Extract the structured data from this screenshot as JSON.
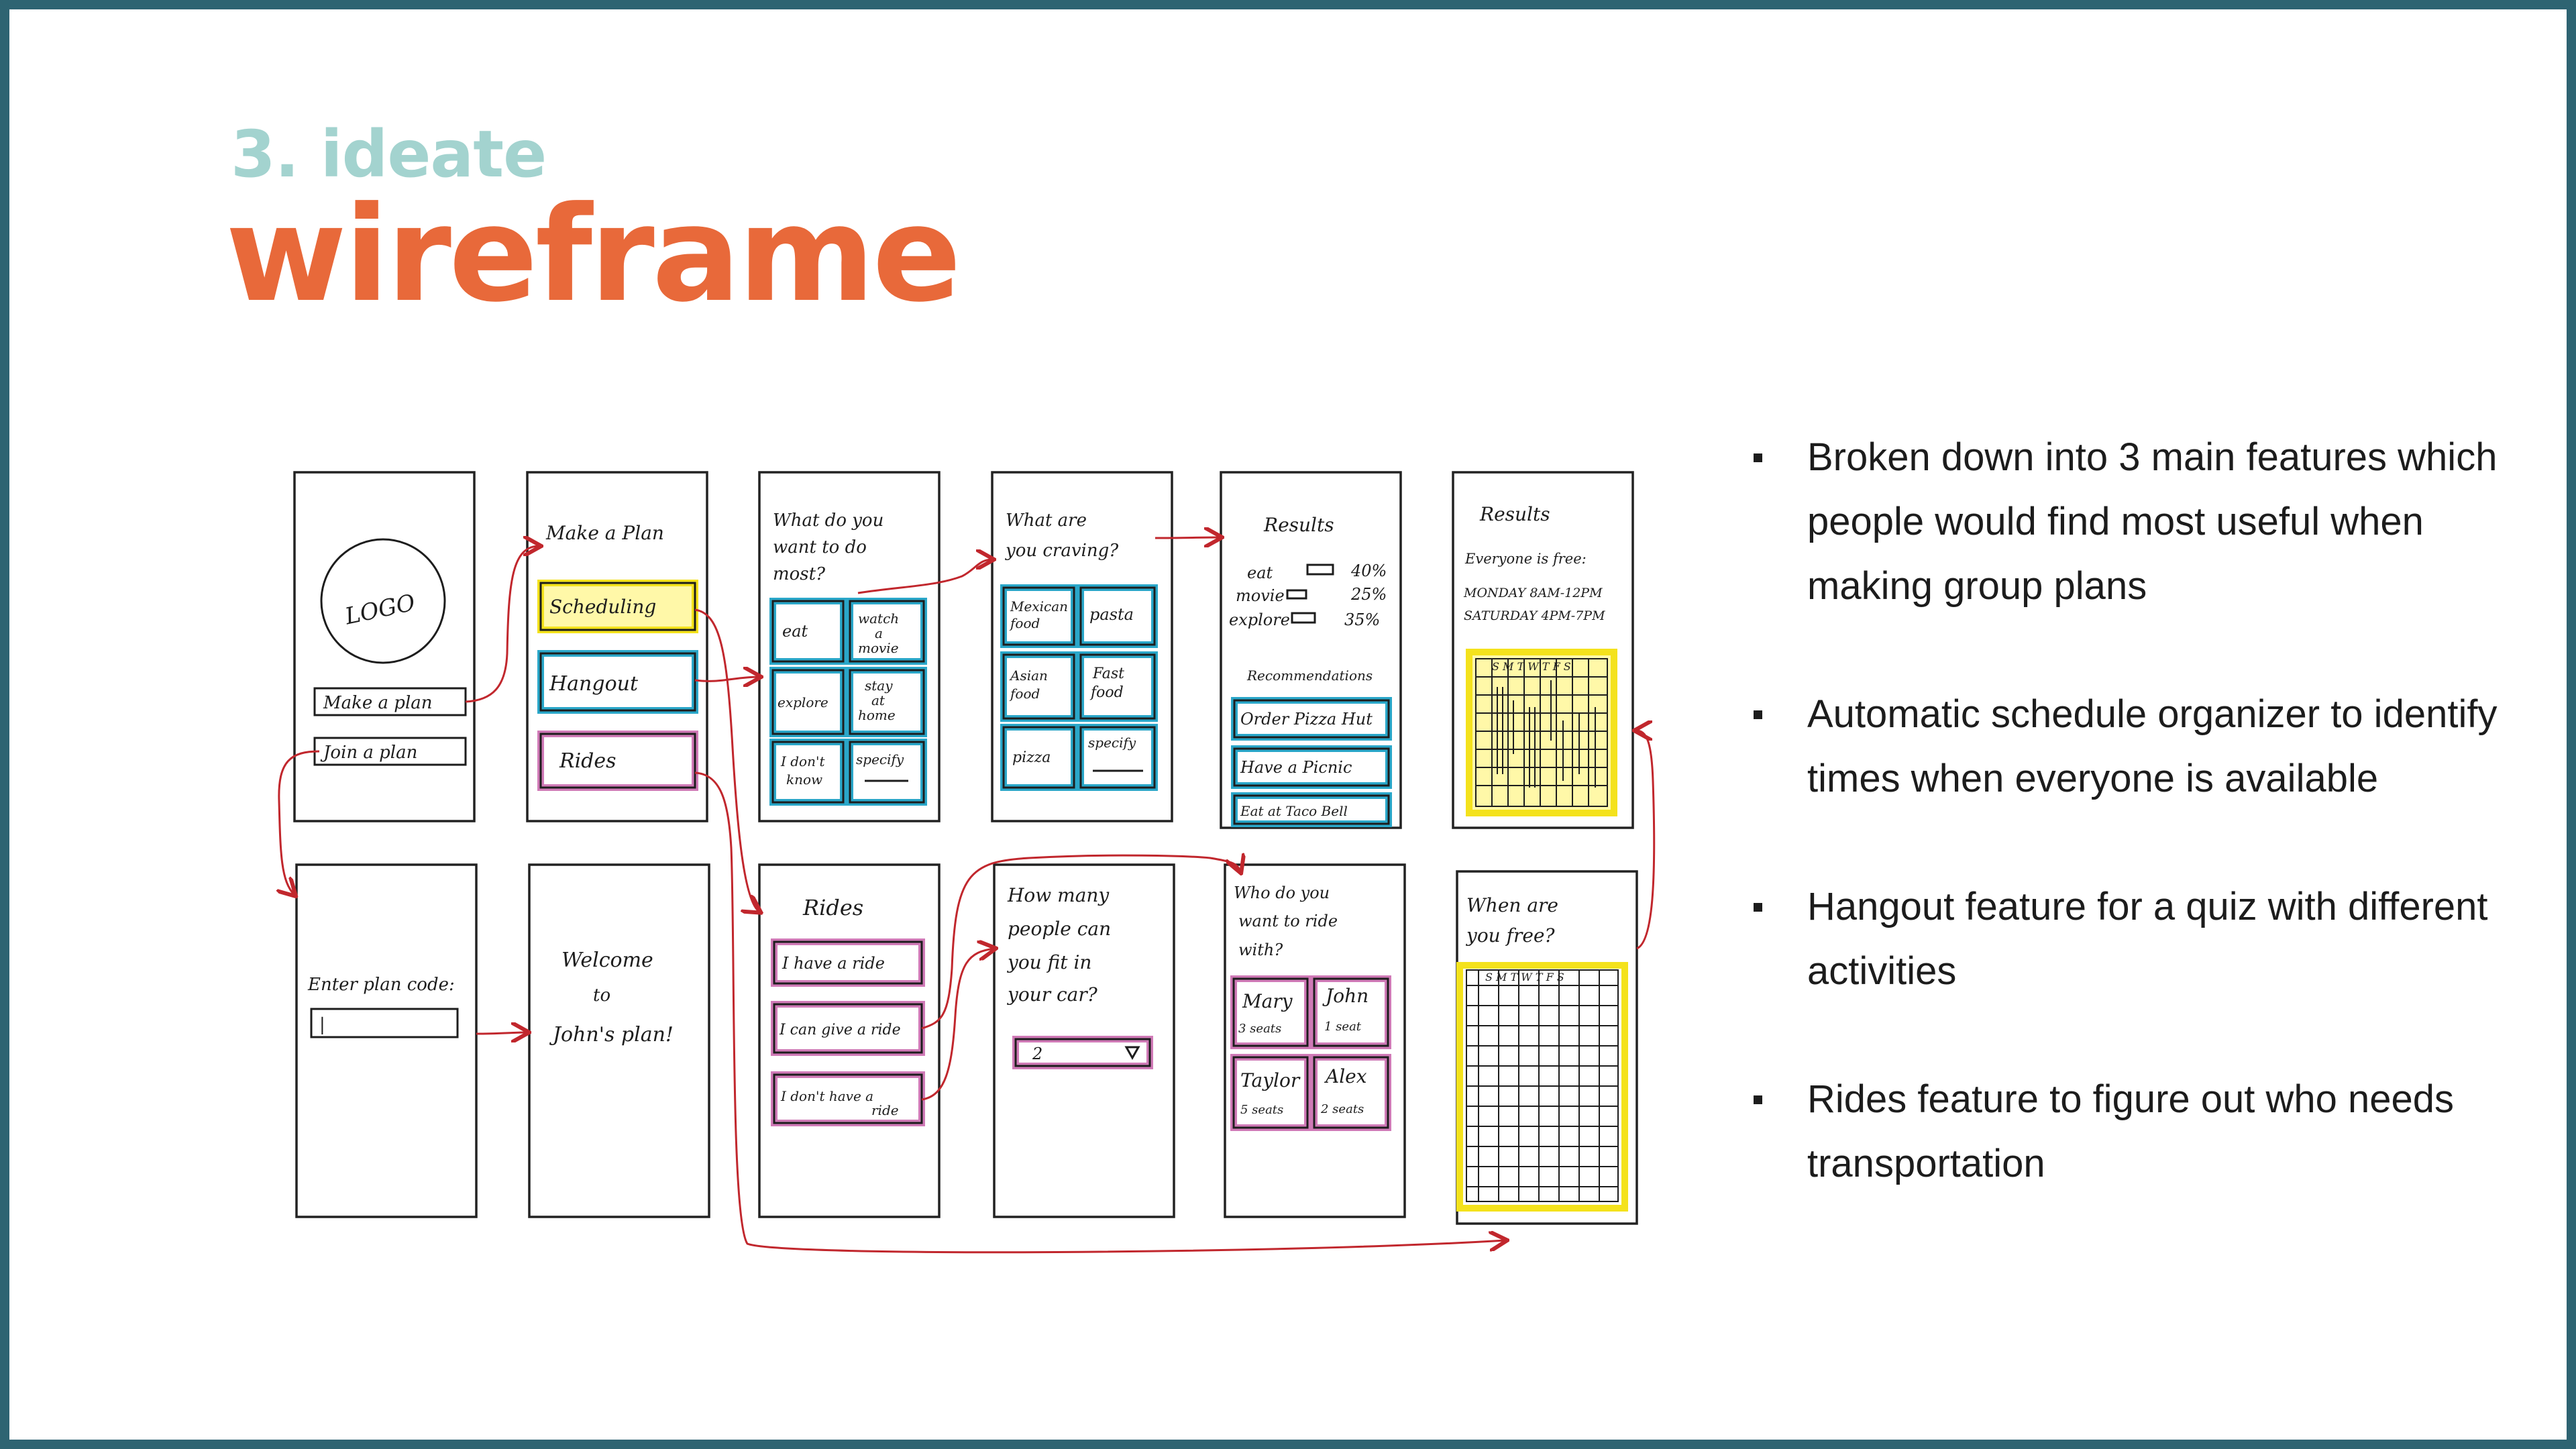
{
  "header": {
    "kicker": "3. ideate",
    "title": "wireframe"
  },
  "bullets": [
    "Broken down into 3 main features which people would find most useful when making group plans",
    "Automatic schedule organizer to identify times when everyone is available",
    "Hangout feature for a quiz with different activities",
    "Rides feature to figure out who needs transportation"
  ],
  "wireframe": {
    "home": {
      "logo": "LOGO",
      "make_plan": "Make a plan",
      "join_plan": "Join a plan"
    },
    "make_plan": {
      "title": "Make a Plan",
      "options": [
        "Scheduling",
        "Hangout",
        "Rides"
      ]
    },
    "activity_quiz": {
      "question_lines": [
        "What do you",
        "want to do",
        "most?"
      ],
      "options": [
        [
          "eat"
        ],
        [
          "watch",
          "a",
          "movie"
        ],
        [
          "explore"
        ],
        [
          "stay",
          "at",
          "home"
        ],
        [
          "I don't",
          "know"
        ],
        [
          "specify"
        ]
      ]
    },
    "food_quiz": {
      "question_lines": [
        "What are",
        "you craving?"
      ],
      "options": [
        [
          "Mexican",
          "food"
        ],
        [
          "pasta"
        ],
        [
          "Asian",
          "food"
        ],
        [
          "Fast",
          "food"
        ],
        [
          "pizza"
        ],
        [
          "specify"
        ]
      ]
    },
    "results_activities": {
      "title": "Results",
      "rows": [
        {
          "label": "eat",
          "pct": "40%"
        },
        {
          "label": "movie",
          "pct": "25%"
        },
        {
          "label": "explore",
          "pct": "35%"
        }
      ],
      "rec_title": "Recommendations",
      "recs": [
        "Order Pizza Hut",
        "Have a Picnic",
        "Eat at Taco Bell"
      ]
    },
    "results_schedule": {
      "title": "Results",
      "line1": "Everyone is free:",
      "line2": "MONDAY 8AM-12PM",
      "line3": "SATURDAY 4PM-7PM",
      "days": "S M T W T F S"
    },
    "join": {
      "label": "Enter plan code:",
      "value": "|"
    },
    "welcome": {
      "lines": [
        "Welcome",
        "to",
        "John's plan!"
      ]
    },
    "rides": {
      "title": "Rides",
      "options": [
        "I have a ride",
        "I can give a ride",
        [
          "I don't have a",
          "ride"
        ]
      ]
    },
    "seats": {
      "question_lines": [
        "How many",
        "people can",
        "you fit in",
        "your car?"
      ],
      "value": "2"
    },
    "ride_with": {
      "question_lines": [
        "Who do you",
        "want to ride",
        "with?"
      ],
      "drivers": [
        {
          "name": "Mary",
          "seats": "3 seats"
        },
        {
          "name": "John",
          "seats": "1 seat"
        },
        {
          "name": "Taylor",
          "seats": "5 seats"
        },
        {
          "name": "Alex",
          "seats": "2 seats"
        }
      ]
    },
    "availability": {
      "question_lines": [
        "When are",
        "you free?"
      ],
      "days": "S M T W T F S"
    }
  }
}
